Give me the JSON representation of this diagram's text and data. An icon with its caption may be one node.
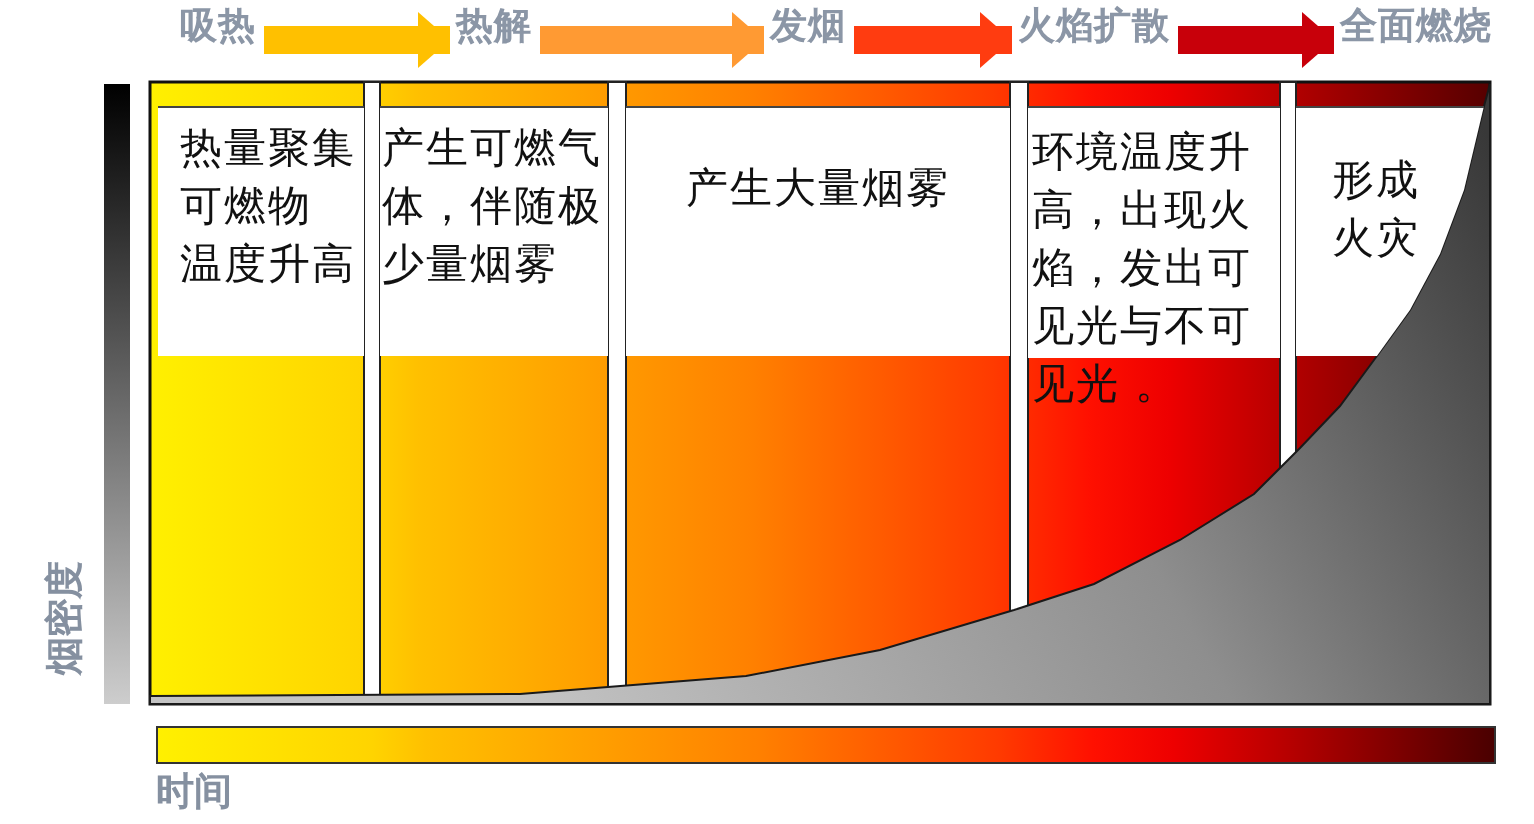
{
  "diagram": {
    "nodes": [
      {
        "text": [
          "吸热"
        ]
      },
      {
        "text": [
          "热解"
        ]
      },
      {
        "text": [
          "发烟"
        ]
      },
      {
        "text": [
          "火焰扩散"
        ]
      },
      {
        "text": [
          "全面燃烧"
        ]
      },
      {
        "text": [
          "热量聚集",
          "可燃物",
          "温度升高"
        ]
      },
      {
        "text": [
          "产生可燃气体，伴随极少量烟雾"
        ]
      },
      {
        "text": [
          "产生大量烟雾"
        ]
      },
      {
        "text": [
          "环境温度升高，出现火焰，发出可见光与不可见光 。"
        ]
      },
      {
        "text": [
          "形成火灾"
        ]
      },
      {
        "text": [],
        "shape": "bar",
        "beside": [
          "烟密度"
        ]
      },
      {
        "text": [],
        "shape": "bar",
        "beside": [
          "时间"
        ]
      }
    ],
    "edges": [
      {
        "from": 0,
        "to": 1,
        "arrow": "to",
        "color": "#ffc000"
      },
      {
        "from": 1,
        "to": 2,
        "arrow": "to",
        "color": "#ff9a33"
      },
      {
        "from": 2,
        "to": 3,
        "arrow": "to",
        "color": "#ff3c10"
      },
      {
        "from": 3,
        "to": 4,
        "arrow": "to",
        "color": "#c8000a"
      }
    ]
  }
}
